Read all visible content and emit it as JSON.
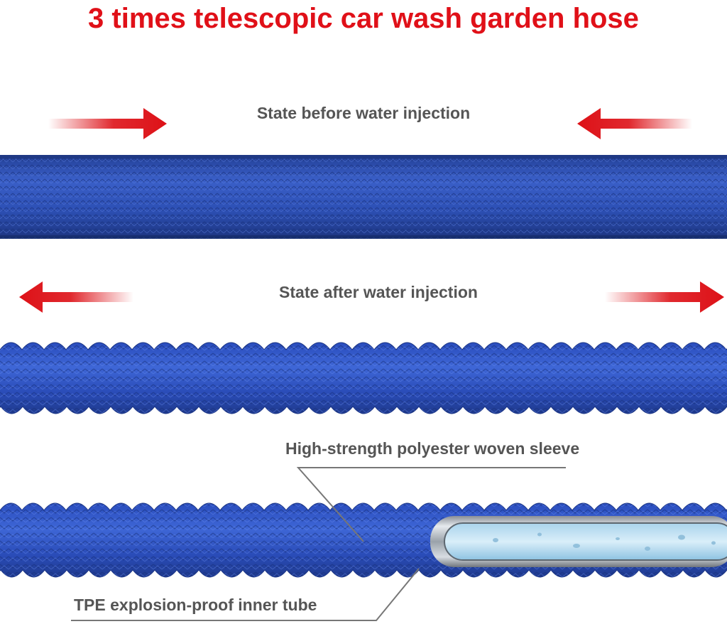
{
  "title": "3 times telescopic car wash garden hose",
  "labels": {
    "before": "State before water injection",
    "after": "State after water injection",
    "sleeve": "High-strength polyester woven sleeve",
    "tube": "TPE explosion-proof inner tube"
  },
  "colors": {
    "title": "#e01018",
    "arrow": "#dd1117",
    "hose_blue": "#2f52b8",
    "label": "#555555"
  },
  "icons": {
    "before": [
      "arrow-right-icon",
      "arrow-left-icon"
    ],
    "after": [
      "arrow-left-icon",
      "arrow-right-icon"
    ]
  }
}
